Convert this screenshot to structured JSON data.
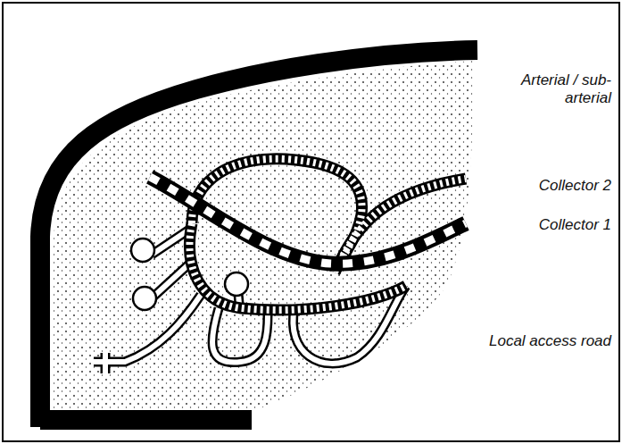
{
  "diagram": {
    "labels": [
      "Arterial / sub-arterial",
      "Collector 2",
      "Collector 1",
      "Local access road"
    ]
  }
}
